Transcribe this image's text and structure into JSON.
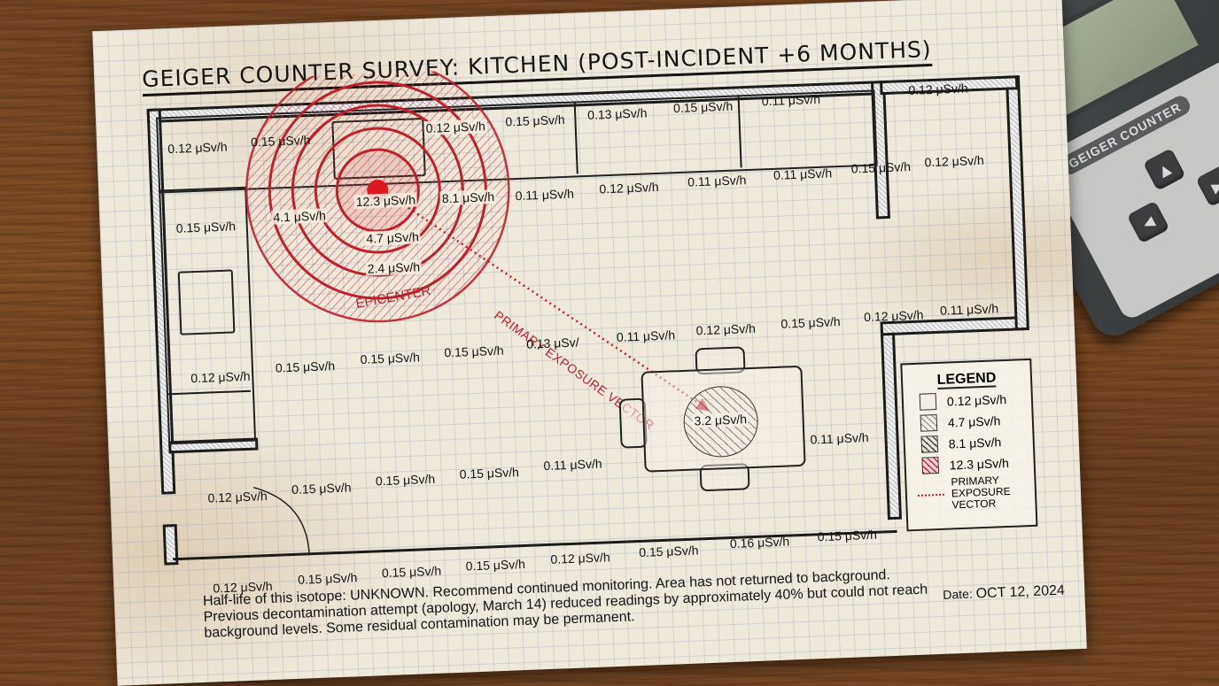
{
  "title": "GEIGER COUNTER SURVEY: KITCHEN (POST-INCIDENT +6 MONTHS)",
  "unit": "μSv/h",
  "epicenter": {
    "label": "EPICENTER",
    "color": "#c0202a",
    "rings": [
      {
        "reading": "12.3 μSv/h"
      },
      {
        "reading": "8.1 μSv/h"
      },
      {
        "reading": "4.7 μSv/h"
      },
      {
        "reading": "4.1 μSv/h"
      },
      {
        "reading": "2.4 μSv/h"
      }
    ]
  },
  "vector": {
    "label": "PRIMARY EXPOSURE VECTOR",
    "color": "#c0202a"
  },
  "table_hotspot": {
    "reading": "3.2 μSv/h"
  },
  "readings": {
    "row1": [
      "0.12 μSv/h",
      "0.15 μSv/h",
      "0.12 μSv/h",
      "0.15 μSv/h",
      "0.13 μSv/h",
      "0.15 μSv/h",
      "0.11 μSv/h",
      "0.12 μSv/h"
    ],
    "row2": [
      "0.15 μSv/h",
      "0.11 μSv/h",
      "0.12 μSv/h",
      "0.11 μSv/h",
      "0.11 μSv/h",
      "0.15 μSv/h",
      "0.12 μSv/h"
    ],
    "row3": [
      "0.12 μSv/h",
      "0.15 μSv/h",
      "0.15 μSv/h",
      "0.15 μSv/h",
      "0.13 μSv/",
      "0.11 μSv/h",
      "0.12 μSv/h",
      "0.15 μSv/h",
      "0.12 μSv/h",
      "0.11 μSv/h"
    ],
    "row4": [
      "0.12 μSv/h",
      "0.15 μSv/h",
      "0.15 μSv/h",
      "0.15 μSv/h",
      "0.11 μSv/h",
      "0.11 μSv/h"
    ],
    "row5": [
      "0.12 μSv/h",
      "0.15 μSv/h",
      "0.15 μSv/h",
      "0.15 μSv/h",
      "0.12 μSv/h",
      "0.15 μSv/h",
      "0.16 μSv/h",
      "0.15 μSv/h"
    ]
  },
  "legend": {
    "title": "LEGEND",
    "items": [
      {
        "label": "0.12 μSv/h",
        "swatch": "none"
      },
      {
        "label": "4.7 μSv/h",
        "swatch": "light-hatch"
      },
      {
        "label": "8.1 μSv/h",
        "swatch": "dark-hatch"
      },
      {
        "label": "12.3 μSv/h",
        "swatch": "red-hatch"
      }
    ],
    "vector_label": [
      "PRIMARY",
      "EXPOSURE",
      "VECTOR"
    ]
  },
  "notes": [
    "Half-life of this isotope: UNKNOWN. Recommend continued monitoring. Area has not returned to background.",
    "Previous decontamination attempt (apology, March 14) reduced readings by approximately 40% but could not reach",
    "background levels. Some residual contamination may be permanent."
  ],
  "date": {
    "label": "Date:",
    "value": "OCT 12, 2024"
  },
  "device": {
    "brand": "GEIGER COUNTER",
    "buttons": [
      "up-arrow",
      "left-arrow",
      "right-arrow"
    ]
  }
}
